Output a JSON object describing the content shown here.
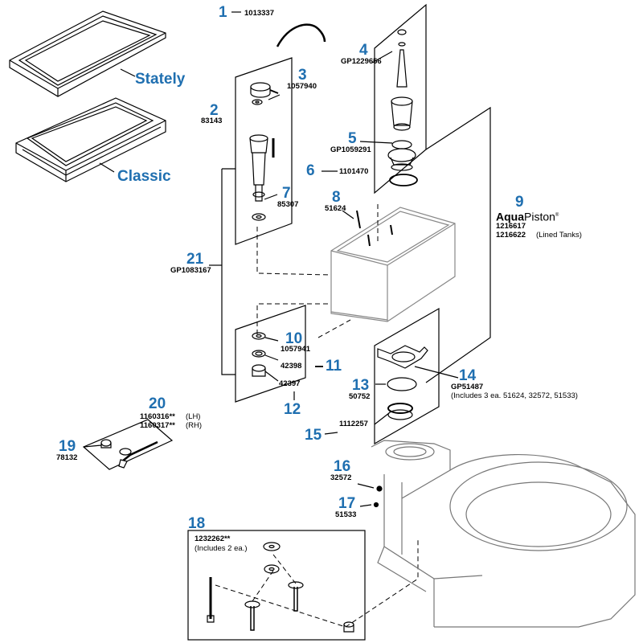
{
  "lids": [
    {
      "label": "Stately"
    },
    {
      "label": "Classic"
    }
  ],
  "callouts": [
    {
      "id": "c1",
      "number": "1",
      "part": "1013337"
    },
    {
      "id": "c2",
      "number": "2",
      "part": "83143"
    },
    {
      "id": "c3",
      "number": "3",
      "part": "1057940"
    },
    {
      "id": "c4",
      "number": "4",
      "part": "GP1229656"
    },
    {
      "id": "c5",
      "number": "5",
      "part": "GP1059291"
    },
    {
      "id": "c6",
      "number": "6",
      "part": "1101470"
    },
    {
      "id": "c7",
      "number": "7",
      "part": "85307"
    },
    {
      "id": "c8",
      "number": "8",
      "part": "51624"
    },
    {
      "id": "c9",
      "number": "9",
      "brand_bold": "Aqua",
      "brand_rest": "Piston",
      "brand_mark": "®",
      "part": "1216617",
      "part2": "1216622",
      "part2_note": "(Lined Tanks)"
    },
    {
      "id": "c10",
      "number": "10",
      "part": "1057941"
    },
    {
      "id": "c11",
      "number": "11",
      "part": "42398"
    },
    {
      "id": "c12",
      "number": "12",
      "part": "42397"
    },
    {
      "id": "c13",
      "number": "13",
      "part": "50752"
    },
    {
      "id": "c14",
      "number": "14",
      "part": "GP51487",
      "note": "(Includes 3 ea. 51624, 32572, 51533)"
    },
    {
      "id": "c15",
      "number": "15",
      "part": "1112257"
    },
    {
      "id": "c16",
      "number": "16",
      "part": "32572"
    },
    {
      "id": "c17",
      "number": "17",
      "part": "51533"
    },
    {
      "id": "c18",
      "number": "18",
      "part": "1232262**",
      "note": "(Includes 2 ea.)"
    },
    {
      "id": "c19",
      "number": "19",
      "part": "78132"
    },
    {
      "id": "c20",
      "number": "20",
      "part": "1160316**",
      "note": "(LH)",
      "part2": "1160317**",
      "part2_note": "(RH)"
    },
    {
      "id": "c21",
      "number": "21",
      "part": "GP1083167"
    }
  ]
}
